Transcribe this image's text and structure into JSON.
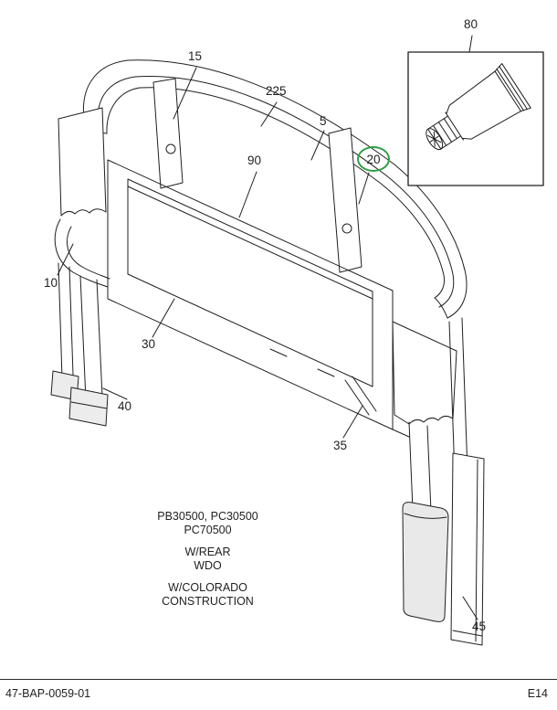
{
  "diagram": {
    "callouts": [
      {
        "label": "15"
      },
      {
        "label": "225"
      },
      {
        "label": "5"
      },
      {
        "label": "90"
      },
      {
        "label": "20",
        "highlighted": true
      },
      {
        "label": "10"
      },
      {
        "label": "30"
      },
      {
        "label": "40"
      },
      {
        "label": "35"
      },
      {
        "label": "45"
      },
      {
        "label": "80"
      }
    ],
    "notes": {
      "models": [
        "PB30500, PC30500",
        "PC70500"
      ],
      "rear_window": [
        "W/REAR",
        "WDO"
      ],
      "construction": [
        "W/COLORADO",
        "CONSTRUCTION"
      ]
    },
    "inset": {
      "part_label": "80",
      "icon": "sealant-tube-icon"
    },
    "highlight_color": "#2f9e44",
    "line_color": "#1f1f1f"
  },
  "footer": {
    "drawing_number": "47-BAP-0059-01",
    "page_code": "E14"
  }
}
